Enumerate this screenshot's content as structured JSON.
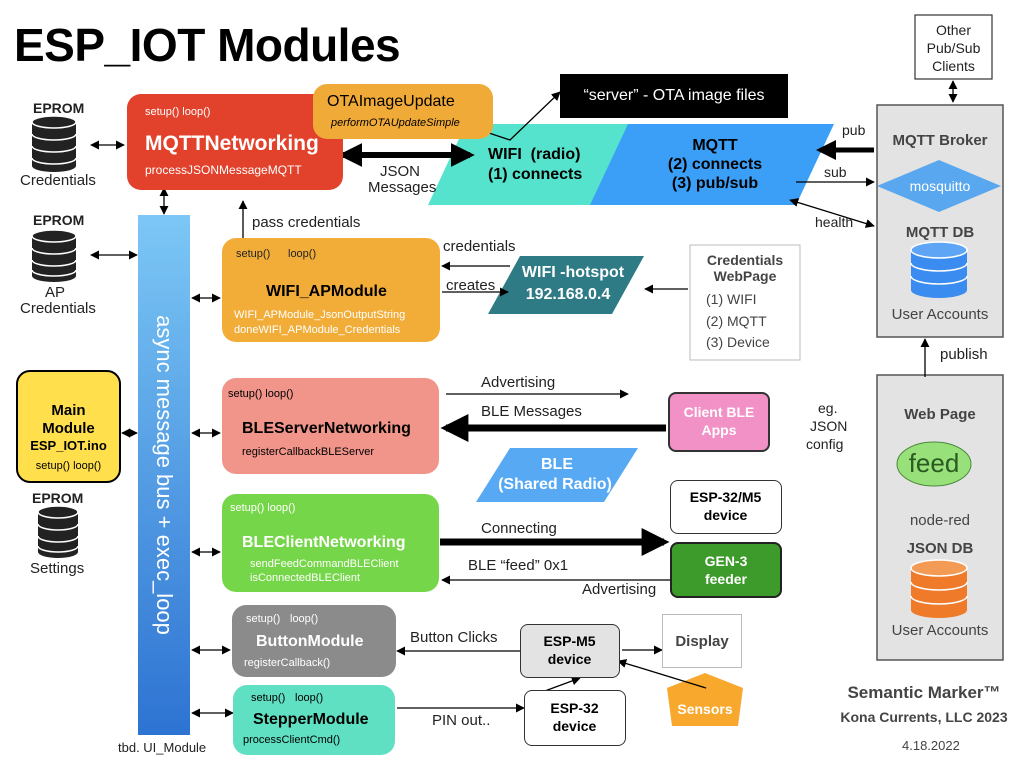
{
  "title": "ESP_IOT Modules",
  "left": {
    "eprom1_title": "EPROM",
    "eprom1_label": "Credentials",
    "eprom2_title": "EPROM",
    "eprom2_label_1": "AP",
    "eprom2_label_2": "Credentials",
    "eprom3_title": "EPROM",
    "eprom3_label": "Settings",
    "main_module_1": "Main",
    "main_module_2": "Module",
    "main_module_3": "ESP_IOT.ino",
    "main_module_4": "setup() loop()"
  },
  "bus": {
    "label": "async message bus + exec_loop",
    "footer": "tbd. UI_Module"
  },
  "modules": {
    "mqtt": {
      "setup": "setup() loop()",
      "name": "MQTTNetworking",
      "fn": "processJSONMessageMQTT"
    },
    "ota": {
      "name": "OTAImageUpdate",
      "fn": "performOTAUpdateSimple"
    },
    "wifi_ap": {
      "setup": "setup()",
      "loop": "loop()",
      "name": "WIFI_APModule",
      "fn1": "WIFI_APModule_JsonOutputString",
      "fn2": "doneWIFI_APModule_Credentials"
    },
    "ble_server": {
      "setup": "setup() loop()",
      "name": "BLEServerNetworking",
      "fn": "registerCallbackBLEServer"
    },
    "ble_client": {
      "setup": "setup() loop()",
      "name": "BLEClientNetworking",
      "fn1": "sendFeedCommandBLEClient",
      "fn2": "isConnectedBLEClient"
    },
    "button": {
      "setup": "setup()",
      "loop": "loop()",
      "name": "ButtonModule",
      "fn": "registerCallback()"
    },
    "stepper": {
      "setup": "setup()",
      "loop": "loop()",
      "name": "StepperModule",
      "fn": "processClientCmd()"
    }
  },
  "center": {
    "server": "“server” - OTA image files",
    "json_messages_1": "JSON",
    "json_messages_2": "Messages",
    "wifi_radio_1": "WIFI  (radio)",
    "wifi_radio_2": "(1) connects",
    "mqtt_1": "MQTT",
    "mqtt_2": "(2) connects",
    "mqtt_3": "(3) pub/sub",
    "pass_credentials": "pass credentials",
    "credentials": "credentials",
    "creates": "creates",
    "hotspot_1": "WIFI -hotspot",
    "hotspot_2": "192.168.0.4",
    "advertising": "Advertising",
    "ble_messages": "BLE Messages",
    "ble_radio_1": "BLE",
    "ble_radio_2": "(Shared Radio)",
    "connecting": "Connecting",
    "ble_feed": "BLE “feed” 0x1",
    "advertising_2": "Advertising",
    "button_clicks": "Button Clicks",
    "pin_out": "PIN out.."
  },
  "right": {
    "cred_page_1": "Credentials",
    "cred_page_2": "WebPage",
    "cred_page_3": "(1) WIFI",
    "cred_page_4": "(2) MQTT",
    "cred_page_5": "(3) Device",
    "client_ble_1": "Client BLE",
    "client_ble_2": "Apps",
    "eg_1": "eg.",
    "eg_2": "JSON",
    "eg_3": "config",
    "esp32m5_1": "ESP-32/M5",
    "esp32m5_2": "device",
    "gen3_1": "GEN-3",
    "gen3_2": "feeder",
    "espm5_1": "ESP-M5",
    "espm5_2": "device",
    "display": "Display",
    "esp32_1": "ESP-32",
    "esp32_2": "device",
    "sensors": "Sensors",
    "other_1": "Other",
    "other_2": "Pub/Sub",
    "other_3": "Clients",
    "pub": "pub",
    "sub": "sub",
    "health": "health",
    "broker": "MQTT Broker",
    "mosquitto": "mosquitto",
    "mqtt_db": "MQTT DB",
    "user_accounts_1": "User Accounts",
    "publish": "publish",
    "web_page": "Web Page",
    "feed": "feed",
    "node_red": "node-red",
    "json_db": "JSON DB",
    "user_accounts_2": "User Accounts"
  },
  "footer": {
    "brand": "Semantic Marker™",
    "company": "Kona Currents, LLC 2023",
    "date": "4.18.2022"
  },
  "colors": {
    "mqtt": "#e2412b",
    "ota": "#f0aa38",
    "wifi_ap": "#f2ad39",
    "ble_server": "#f1958a",
    "ble_client": "#76d649",
    "button": "#8b8b8b",
    "stepper": "#5fe0c3",
    "main": "#ffdf4c",
    "bus_top": "#73c2f4",
    "bus_bottom": "#2f79d6",
    "wifi_radio": "#55e3cd",
    "mqtt_radio": "#3b9ef7",
    "hotspot": "#2e7a85",
    "ble_radio": "#57a9f4",
    "client_ble": "#f291c6",
    "gen3": "#3c9b2a",
    "sensors": "#f8a82d",
    "cylinder_blue": "#3b8cf0",
    "cylinder_orange": "#ee7a2a",
    "panel_gray": "#e3e3e3"
  }
}
